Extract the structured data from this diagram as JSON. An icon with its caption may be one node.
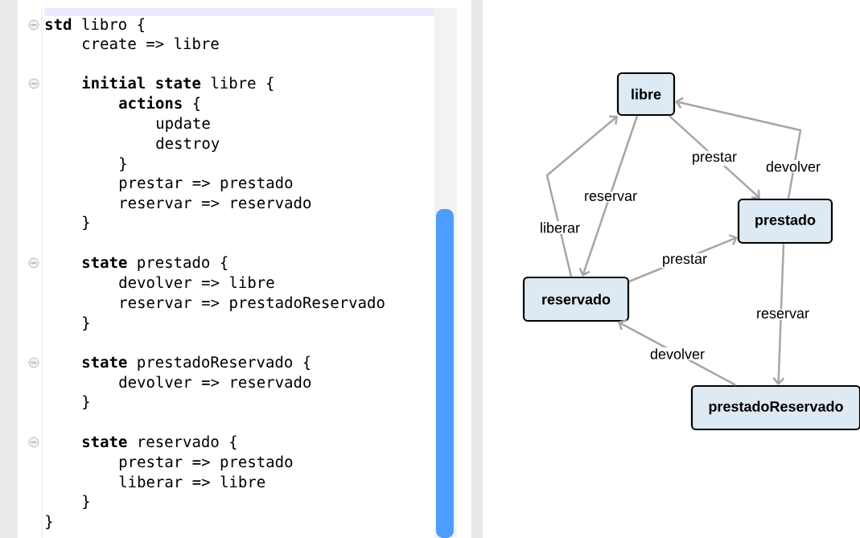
{
  "diagram": {
    "nodes": [
      {
        "text": [
          "libre"
        ]
      },
      {
        "text": [
          "prestado"
        ]
      },
      {
        "text": [
          "reservado"
        ]
      },
      {
        "text": [
          "prestadoReservado"
        ]
      }
    ],
    "edges": [
      {
        "from": 0,
        "to": 1,
        "arrow": "to",
        "label": "prestar"
      },
      {
        "from": 1,
        "to": 0,
        "arrow": "to",
        "label": "devolver"
      },
      {
        "from": 0,
        "to": 2,
        "arrow": "to",
        "label": "reservar"
      },
      {
        "from": 2,
        "to": 0,
        "arrow": "to",
        "label": "liberar"
      },
      {
        "from": 2,
        "to": 1,
        "arrow": "to",
        "label": "prestar"
      },
      {
        "from": 1,
        "to": 3,
        "arrow": "to",
        "label": "reservar"
      },
      {
        "from": 3,
        "to": 2,
        "arrow": "to",
        "label": "devolver"
      }
    ],
    "labels": [
      "**std** libro {",
      "create => libre",
      "**initial state** libre {",
      "**actions** {",
      "update",
      "destroy",
      "}",
      "prestar => prestado",
      "reservar => reservado",
      "}",
      "**state** prestado {",
      "devolver => libre",
      "reservar => prestadoReservado",
      "}",
      "**state** prestadoReservado {",
      "devolver => reservado",
      "}",
      "**state** reservado {",
      "prestar => prestado",
      "liberar => libre",
      "}",
      "}"
    ]
  }
}
